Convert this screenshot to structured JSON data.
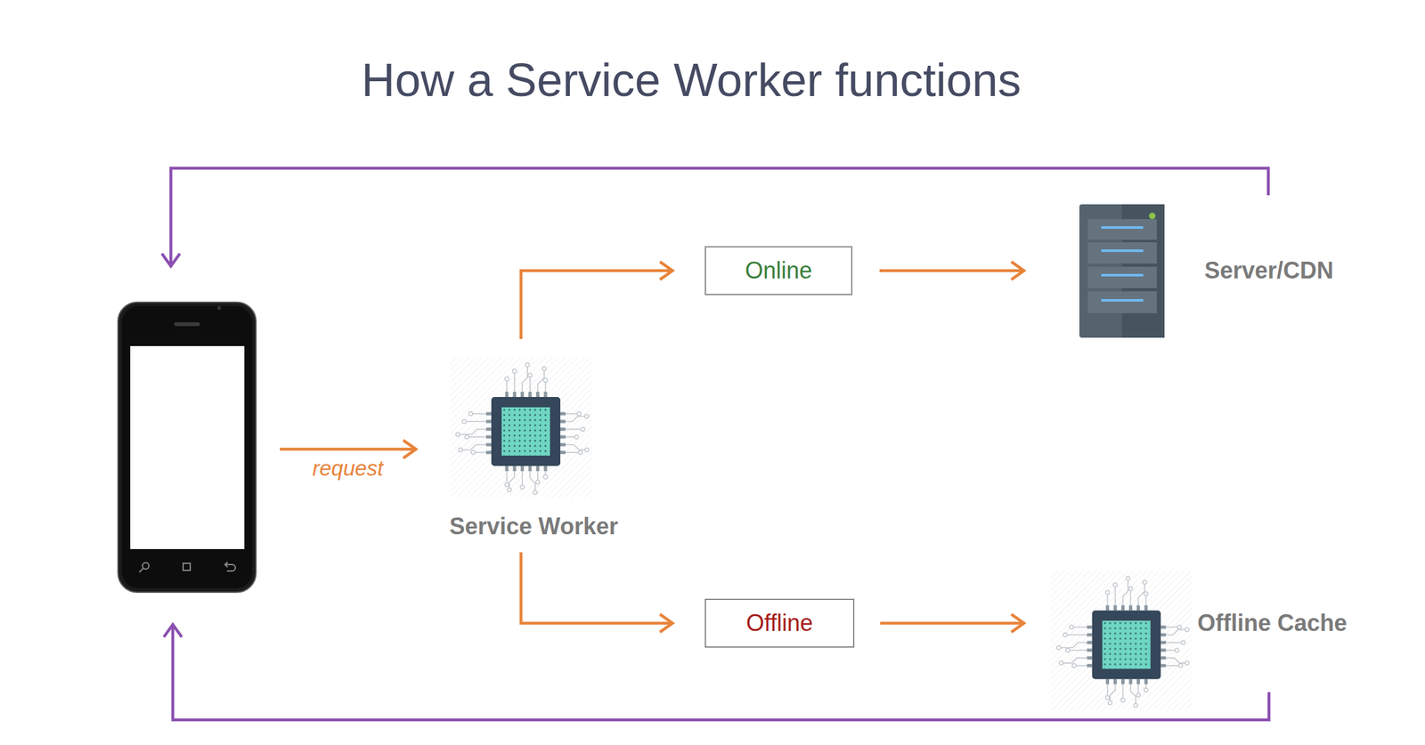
{
  "diagram": {
    "title": "How a Service Worker functions",
    "nodes": [
      {
        "text": []
      },
      {
        "text": [
          "Service Worker"
        ]
      },
      {
        "text": [
          "Online"
        ]
      },
      {
        "text": [
          "Server/CDN"
        ]
      },
      {
        "text": [
          "Offline"
        ]
      },
      {
        "text": [
          "Offline Cache"
        ]
      }
    ],
    "edges": [
      {
        "from": 0,
        "to": 1,
        "arrow": "to",
        "label": "request"
      },
      {
        "from": 1,
        "to": 2,
        "arrow": "to"
      },
      {
        "from": 2,
        "to": 3,
        "arrow": "to"
      },
      {
        "from": 1,
        "to": 4,
        "arrow": "to"
      },
      {
        "from": 4,
        "to": 5,
        "arrow": "to"
      },
      {
        "from": 3,
        "to": 0,
        "arrow": "to"
      },
      {
        "from": 5,
        "to": 0,
        "arrow": "to"
      }
    ]
  }
}
